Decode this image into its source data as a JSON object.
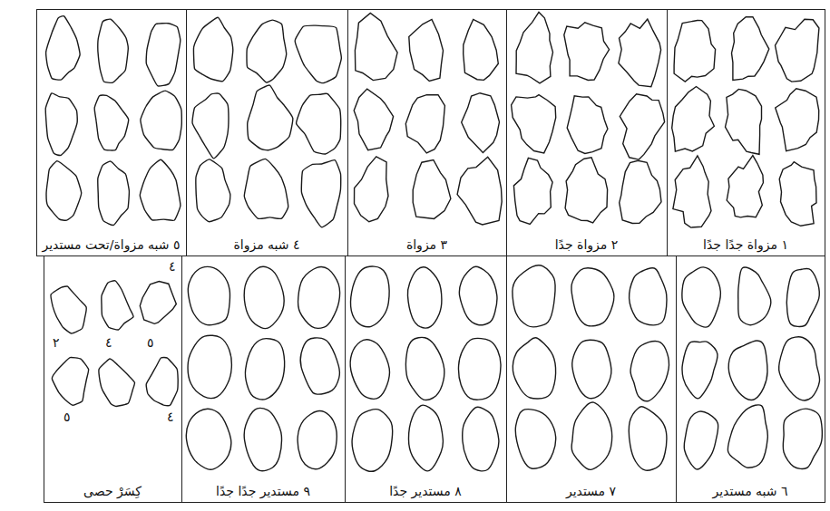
{
  "diagram": {
    "nodes": [
      {
        "text": [
          "١ مزواة جدًا جدًا"
        ]
      },
      {
        "text": [
          "٢ مزواة جدًا"
        ]
      },
      {
        "text": [
          "٣ مزواة"
        ]
      },
      {
        "text": [
          "٤ شبه مزواة"
        ]
      },
      {
        "text": [
          "٥ شبه مزواة/تحت مستدير"
        ]
      },
      {
        "text": [
          "٦ شبه مستدير"
        ]
      },
      {
        "text": [
          "٧ مستدير"
        ]
      },
      {
        "text": [
          "٨ مستدير جدًا"
        ]
      },
      {
        "text": [
          "٩ مستدير جدًا جدًا"
        ]
      },
      {
        "text": [
          "كِسَرْ حصى"
        ]
      }
    ],
    "labels": [
      "٤",
      "٢",
      "٤",
      "٥",
      "٥",
      "٤"
    ]
  }
}
